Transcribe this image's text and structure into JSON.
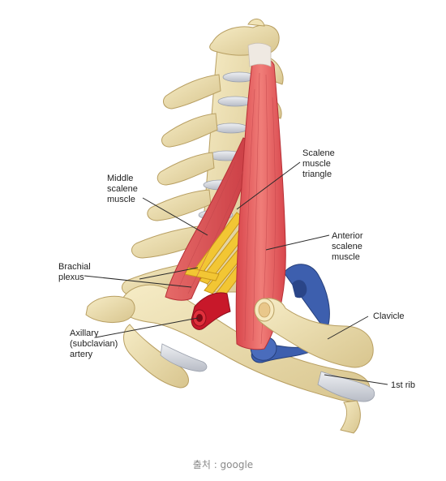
{
  "labels": {
    "scalene_triangle": "Scalene\nmuscle\ntriangle",
    "middle_scalene": "Middle\nscalene\nmuscle",
    "anterior_scalene": "Anterior\nscalene\nmuscle",
    "brachial_plexus": "Brachial\nplexus",
    "clavicle": "Clavicle",
    "axillary_artery": "Axillary\n(subclavian)\nartery",
    "first_rib": "1st rib"
  },
  "source_caption": "출처 : google",
  "colors": {
    "bone": "#eedfae",
    "bone_shadow": "#c9b478",
    "muscle": "#e0555a",
    "muscle_light": "#f08a86",
    "nerve": "#f2c634",
    "artery": "#c8182a",
    "vein": "#3d5fae",
    "disc": "#d4d6dc"
  }
}
